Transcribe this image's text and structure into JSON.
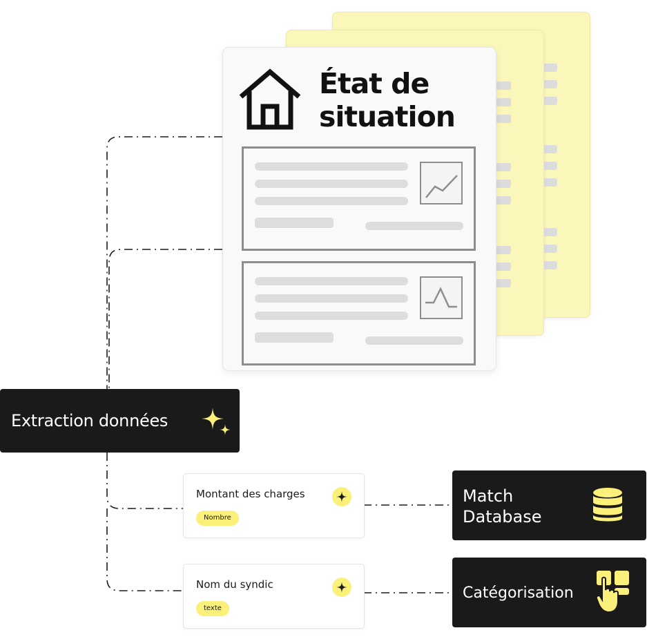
{
  "document": {
    "title_line1": "État de",
    "title_line2": "situation",
    "icon": "house-icon",
    "section_icons": [
      "line-chart-icon",
      "peak-chart-icon"
    ]
  },
  "extraction": {
    "label": "Extraction données",
    "icon": "sparkle-icon"
  },
  "fields": [
    {
      "label": "Montant des charges",
      "type_badge": "Nombre",
      "icon": "sparkle-icon"
    },
    {
      "label": "Nom du syndic",
      "type_badge": "texte",
      "icon": "sparkle-icon"
    }
  ],
  "targets": [
    {
      "label_line1": "Match",
      "label_line2": "Database",
      "icon": "database-icon"
    },
    {
      "label": "Catégorisation",
      "icon": "hand-touch-icon"
    }
  ],
  "colors": {
    "accent_yellow": "#fbf07a",
    "page_yellow": "#fbf6b9",
    "dark_block": "#1a1a1a",
    "line_gray": "#8d8d8d"
  }
}
